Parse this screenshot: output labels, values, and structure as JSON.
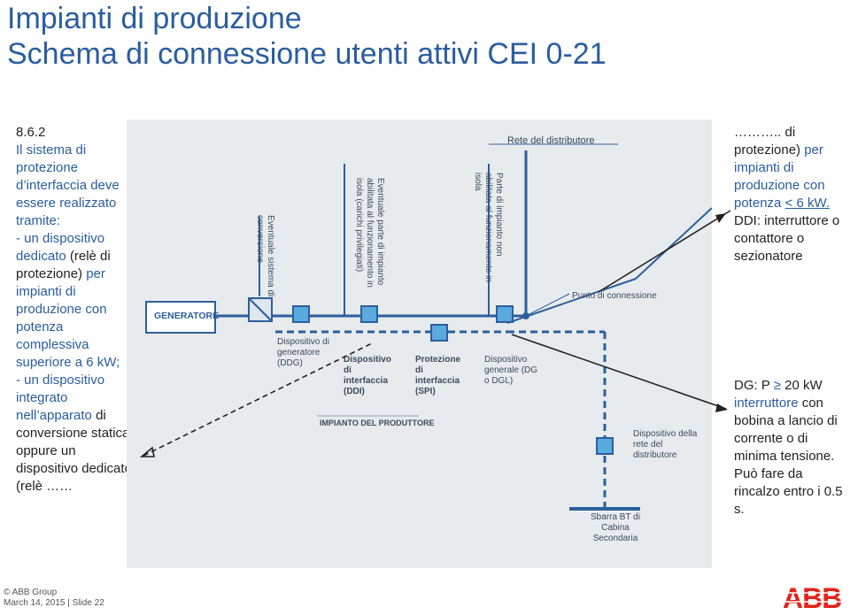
{
  "title": {
    "line1": "Impianti di produzione",
    "line2": "Schema di connessione utenti attivi CEI 0-21"
  },
  "left_text": {
    "section": "8.6.2",
    "p1": "Il sistema di protezione d’interfaccia deve essere realizzato tramite:",
    "p2_a": "- un dispositivo dedicato",
    "p2_b": " (relè di protezione)",
    "p2_c": " per impianti di produzione con potenza complessiva superiore a 6 kW;",
    "p3_a": "- un dispositivo integrato nell’apparato",
    "p3_b": " di conversione statica oppure un dispositivo dedicato (relè ……"
  },
  "right_text": {
    "dots": "………..",
    "a": " di protezione)",
    "b": " per impianti di produzione con potenza ",
    "c": "< 6 kW.",
    "d": "DDI: interruttore o contattore o sezionatore"
  },
  "right_text2": {
    "a": "DG: P ",
    "sym": "≥",
    "b": " 20 kW ",
    "c": "interruttore",
    "d": " con bobina a lancio di corrente o di minima tensione.",
    "e": "Può fare da rincalzo entro i 0.5 s."
  },
  "diagram": {
    "rete": "Rete del distributore",
    "generatore": "GENERATORE",
    "ddg": "Dispositivo di generatore (DDG)",
    "ddi": "Dispositivo di interfaccia (DDI)",
    "spi": "Protezione di interfaccia (SPI)",
    "dg": "Dispositivo generale (DG o DGL)",
    "impianto": "IMPIANTO DEL PRODUTTORE",
    "punto": "Punto di connessione",
    "dispdistr": "Dispositivo della rete del distributore",
    "sbarra": "Sbarra BT di Cabina Secondaria",
    "v1": "Eventuale sistema di conversione",
    "v2": "Eventuale parte di impianto abilitata al funzionamento in isola (carichi privilegiati)",
    "v3": "Parte di impianto non abilitata al funzionamento in isola"
  },
  "footer": {
    "copyright": "© ABB Group",
    "date": "March 14, 2015 | Slide 22"
  },
  "logo_text": "ABB",
  "colors": {
    "title": "#2a5d9e",
    "diagram_bg": "#e8ebee",
    "line": "#2c5f9c",
    "abb_red": "#e2231a"
  }
}
